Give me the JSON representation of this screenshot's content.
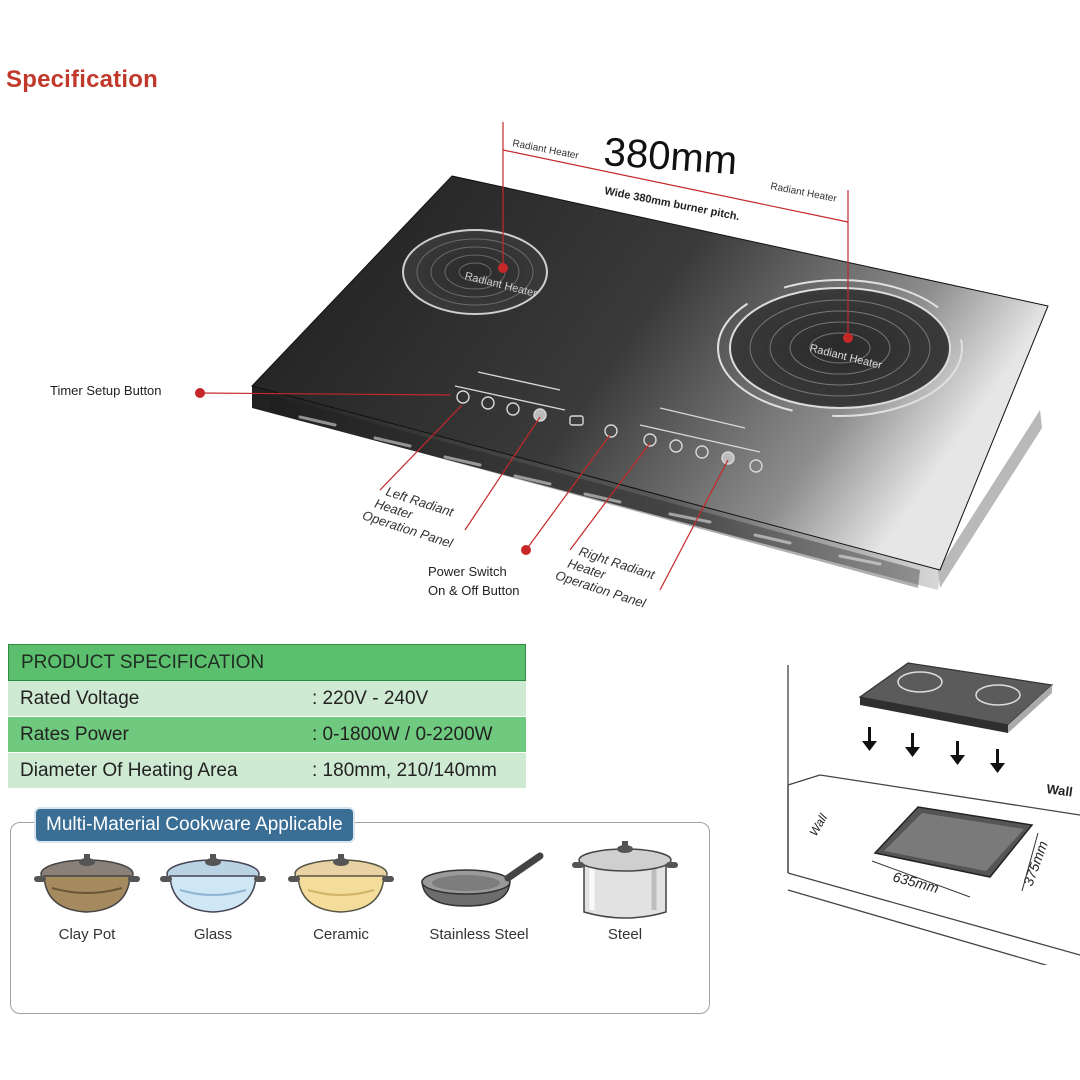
{
  "page": {
    "title": "Specification"
  },
  "diagram": {
    "dimension": "380mm",
    "dimension_caption": "Wide 380mm burner pitch.",
    "left_heater_tag": "Radiant Heater",
    "right_heater_tag": "Radiant Heater",
    "zone_label_left": "Radiant Heater",
    "zone_label_right": "Radiant Heater",
    "callout_timer": "Timer Setup Button",
    "callout_left_panel": [
      "Left Radiant",
      "Heater",
      "Operation Panel"
    ],
    "callout_power": [
      "Power Switch",
      "On & Off Button"
    ],
    "callout_right_panel": [
      "Right Radiant",
      "Heater",
      "Operation Panel"
    ],
    "colors": {
      "callout_red": "#c62828",
      "glass_top": "#2b2b2b",
      "header_green": "#5cbf6e",
      "row_dark_green": "#6fca7f",
      "row_light_green": "#cfead2",
      "badge_blue": "#3a6e95"
    }
  },
  "spec_table": {
    "header": "PRODUCT SPECIFICATION",
    "rows": [
      {
        "label": "Rated Voltage",
        "value": ": 220V - 240V"
      },
      {
        "label": "Rates Power",
        "value": ": 0-1800W / 0-2200W"
      },
      {
        "label": "Diameter Of Heating Area",
        "value": ": 180mm, 210/140mm"
      }
    ]
  },
  "cookware": {
    "title": "Multi-Material Cookware Applicable",
    "items": [
      {
        "label": "Clay Pot",
        "icon": "clay-pot-icon"
      },
      {
        "label": "Glass",
        "icon": "glass-pot-icon"
      },
      {
        "label": "Ceramic",
        "icon": "ceramic-pot-icon"
      },
      {
        "label": "Stainless Steel",
        "icon": "frying-pan-icon"
      },
      {
        "label": "Steel",
        "icon": "stock-pot-icon"
      }
    ]
  },
  "installation": {
    "wall_left": "Wall",
    "wall_right": "Wall",
    "cutout_width": "635mm",
    "cutout_depth": "375mm"
  }
}
